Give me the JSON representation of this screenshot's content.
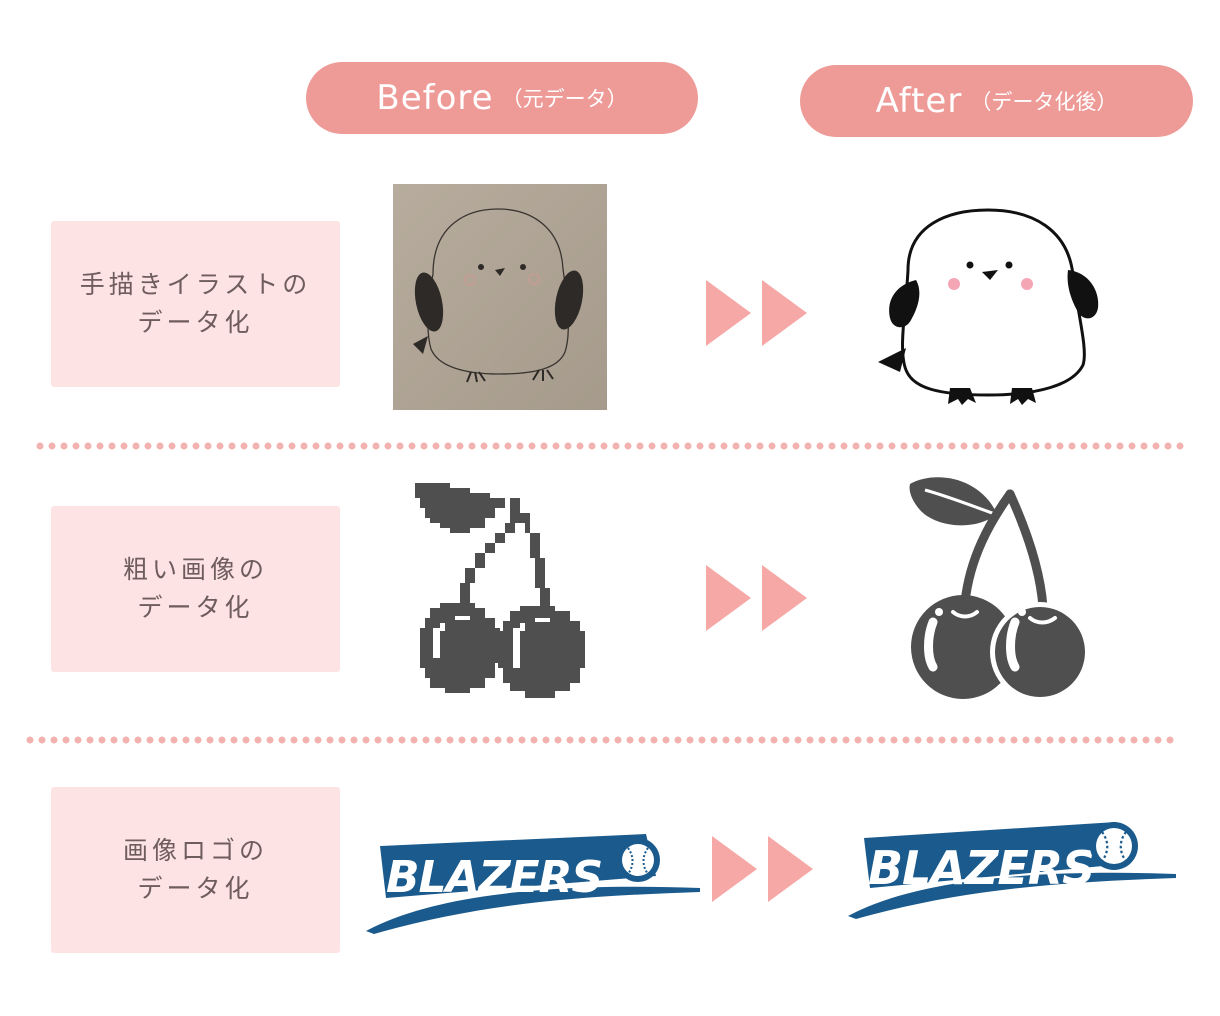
{
  "headers": {
    "before": {
      "main": "Before",
      "sub": "（元データ）"
    },
    "after": {
      "main": "After",
      "sub": "（データ化後）"
    }
  },
  "rows": [
    {
      "line1": "手描きイラストの",
      "line2": "データ化"
    },
    {
      "line1": "粗い画像の",
      "line2": "データ化"
    },
    {
      "line1": "画像ロゴの",
      "line2": "データ化"
    }
  ],
  "logo_text": "BLAZERS",
  "colors": {
    "pill": "#ee9b98",
    "label_bg": "#fde3e3",
    "label_text": "#6e5d5c",
    "arrow": "#f6a8a6",
    "dots": "#f2b3b0",
    "logo_blue": "#1a5a8c",
    "icon_gray": "#4f4f4f",
    "sketch_paper": "#b0a596"
  },
  "icons": [
    "arrow-right-icon",
    "bird-illustration",
    "cherry-icon",
    "baseball-icon"
  ]
}
